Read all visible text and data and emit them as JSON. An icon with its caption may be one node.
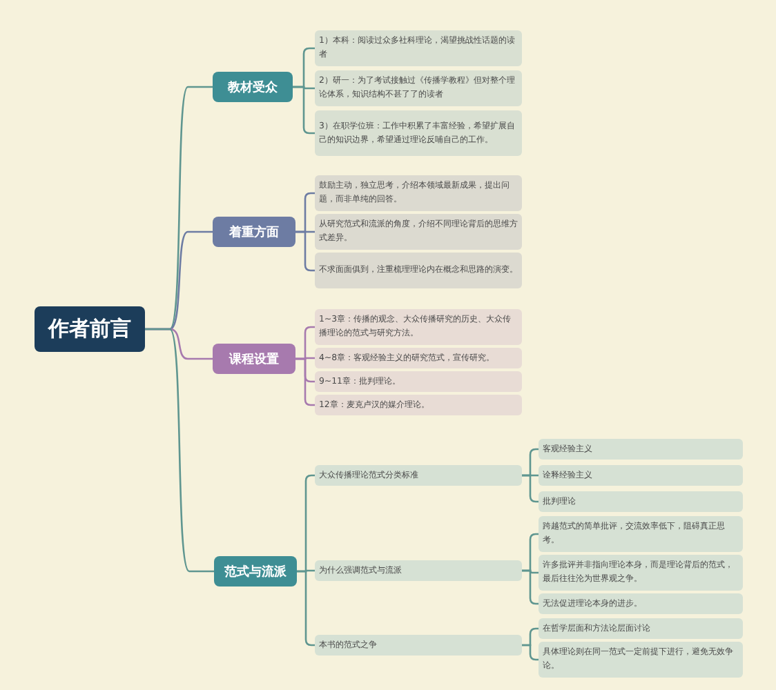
{
  "diagram": {
    "nodes": [
      {
        "text": [
          "作者前言"
        ]
      },
      {
        "text": [
          "教材受众"
        ]
      },
      {
        "text": [
          "1）本科：阅读过众多社科理论，渴望挑战性话题的读者"
        ]
      },
      {
        "text": [
          "2）研一：为了考试接触过《传播学教程》但对整个理论体系，知识结构不甚了了的读者"
        ]
      },
      {
        "text": [
          "3）在职学位班：工作中积累了丰富经验，希望扩展自己的知识边界，希望通过理论反哺自己的工作。"
        ]
      },
      {
        "text": [
          "着重方面"
        ]
      },
      {
        "text": [
          "鼓励主动，独立思考，介绍本领域最新成果，提出问题，而非单纯的回答。"
        ]
      },
      {
        "text": [
          "从研究范式和流派的角度，介绍不同理论背后的思维方式差异。"
        ]
      },
      {
        "text": [
          "不求面面俱到，注重梳理理论内在概念和思路的演变。"
        ]
      },
      {
        "text": [
          "课程设置"
        ]
      },
      {
        "text": [
          "1~3章：传播的观念、大众传播研究的历史、大众传播理论的范式与研究方法。"
        ]
      },
      {
        "text": [
          "4~8章：客观经验主义的研究范式，宣传研究。"
        ]
      },
      {
        "text": [
          "9~11章：批判理论。"
        ]
      },
      {
        "text": [
          "12章：麦克卢汉的媒介理论。"
        ]
      },
      {
        "text": [
          "范式与流派"
        ]
      },
      {
        "text": [
          "大众传播理论范式分类标准"
        ]
      },
      {
        "text": [
          "为什么强调范式与流派"
        ]
      },
      {
        "text": [
          "本书的范式之争"
        ]
      },
      {
        "text": [
          "客观经验主义"
        ]
      },
      {
        "text": [
          "诠释经验主义"
        ]
      },
      {
        "text": [
          "批判理论"
        ]
      },
      {
        "text": [
          "跨越范式的简单批评，交流效率低下，阻碍真正思考。"
        ]
      },
      {
        "text": [
          "许多批评并非指向理论本身，而是理论背后的范式，最后往往沦为世界观之争。"
        ]
      },
      {
        "text": [
          "无法促进理论本身的进步。"
        ]
      },
      {
        "text": [
          "在哲学层面和方法论层面讨论"
        ]
      },
      {
        "text": [
          "具体理论则在同一范式一定前提下进行，避免无效争论。"
        ]
      }
    ],
    "edges": [
      {
        "from": 0,
        "to": 1,
        "arrow": "none"
      },
      {
        "from": 0,
        "to": 5,
        "arrow": "none",
        "color": "#6d7ca3"
      },
      {
        "from": 0,
        "to": 9,
        "arrow": "none",
        "color": "#a77aae"
      },
      {
        "from": 0,
        "to": 14,
        "arrow": "none"
      },
      {
        "from": 1,
        "to": 2,
        "arrow": "none"
      },
      {
        "from": 1,
        "to": 3,
        "arrow": "none"
      },
      {
        "from": 1,
        "to": 4,
        "arrow": "none"
      },
      {
        "from": 5,
        "to": 6,
        "arrow": "none",
        "color": "#6d7ca3"
      },
      {
        "from": 5,
        "to": 7,
        "arrow": "none",
        "color": "#6d7ca3"
      },
      {
        "from": 5,
        "to": 8,
        "arrow": "none",
        "color": "#6d7ca3"
      },
      {
        "from": 9,
        "to": 10,
        "arrow": "none",
        "color": "#a77aae"
      },
      {
        "from": 9,
        "to": 11,
        "arrow": "none",
        "color": "#a77aae"
      },
      {
        "from": 9,
        "to": 12,
        "arrow": "none",
        "color": "#a77aae"
      },
      {
        "from": 9,
        "to": 13,
        "arrow": "none",
        "color": "#a77aae"
      },
      {
        "from": 14,
        "to": 15,
        "arrow": "none"
      },
      {
        "from": 14,
        "to": 16,
        "arrow": "none"
      },
      {
        "from": 14,
        "to": 17,
        "arrow": "none"
      },
      {
        "from": 15,
        "to": 18,
        "arrow": "none"
      },
      {
        "from": 15,
        "to": 19,
        "arrow": "none"
      },
      {
        "from": 15,
        "to": 20,
        "arrow": "none"
      },
      {
        "from": 16,
        "to": 21,
        "arrow": "none"
      },
      {
        "from": 16,
        "to": 22,
        "arrow": "none"
      },
      {
        "from": 16,
        "to": 23,
        "arrow": "none"
      },
      {
        "from": 17,
        "to": 24,
        "arrow": "none"
      },
      {
        "from": 17,
        "to": 25,
        "arrow": "none"
      }
    ]
  }
}
